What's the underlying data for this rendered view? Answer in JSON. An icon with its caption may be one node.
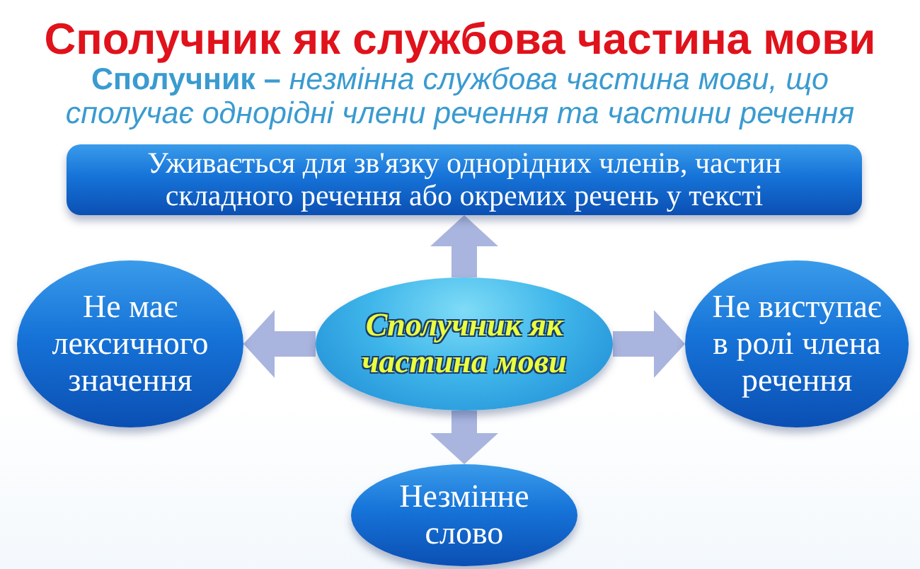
{
  "diagram": {
    "title": "Сполучник як службова частина мови",
    "nodes": [
      {
        "text": [
          "Уживається для зв'язку однорідних членів, частин складного речення або окремих речень у тексті"
        ]
      },
      {
        "text": [
          "Не має лексичного значення"
        ]
      },
      {
        "text": [
          "Сполучник як частина мови"
        ]
      },
      {
        "text": [
          "Не виступає в ролі члена речення"
        ]
      },
      {
        "text": [
          "Незмінне слово"
        ]
      }
    ],
    "edges": [
      {
        "from": 2,
        "to": 0,
        "arrow": "to"
      },
      {
        "from": 2,
        "to": 1,
        "arrow": "to"
      },
      {
        "from": 2,
        "to": 3,
        "arrow": "to"
      },
      {
        "from": 2,
        "to": 4,
        "arrow": "to"
      }
    ],
    "labels": [
      "**Сполучник –** *незмінна службова частина мови, що сполучає однорідні члени речення та частини речення*"
    ]
  }
}
